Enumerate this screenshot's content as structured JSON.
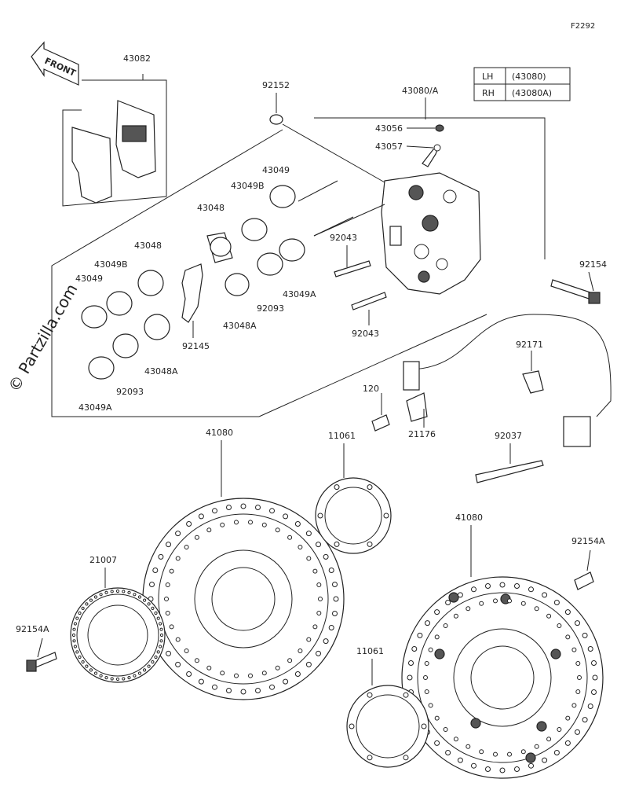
{
  "figure_code": "F2292",
  "front_label": "FRONT",
  "watermark": "© Partzilla.com",
  "side_table": [
    {
      "side": "LH",
      "part": "(43080)"
    },
    {
      "side": "RH",
      "part": "(43080A)"
    }
  ],
  "callouts": {
    "pads": "43082",
    "bush": "92152",
    "caliper": "43080/A",
    "bleeder_cap": "43056",
    "bleeder": "43057",
    "seal_43049_top": "43049",
    "seal_43049b_top": "43049B",
    "piston_43048_top": "43048",
    "piston_43048_mid": "43048",
    "seal_43049b_left": "43049B",
    "seal_43049_left": "43049",
    "pin_92043_top": "92043",
    "seal_92093_mid": "92093",
    "seal_43049a_mid": "43049A",
    "piston_43048a_mid": "43048A",
    "spring_92145": "92145",
    "piston_43048a_low": "43048A",
    "seal_92093_low": "92093",
    "seal_43049a_low": "43049A",
    "pin_92043_low": "92043",
    "bolt_92154": "92154",
    "clamp_92171": "92171",
    "bolt_120": "120",
    "bracket_21176": "21176",
    "disc_left": "41080",
    "gasket_top": "11061",
    "clamp_92037": "92037",
    "disc_right": "41080",
    "rotor_21007": "21007",
    "bolt_92154a_right": "92154A",
    "gasket_low": "11061",
    "bolt_92154a_left": "92154A"
  }
}
